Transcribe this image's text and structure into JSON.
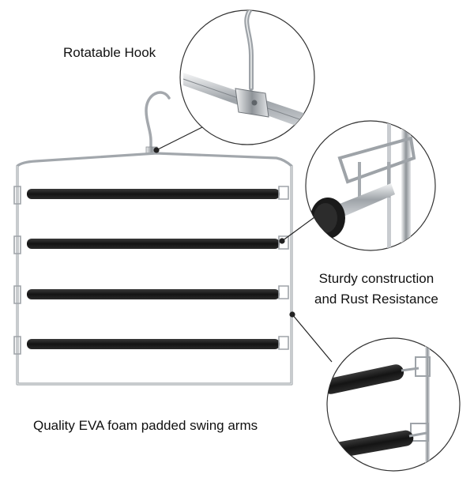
{
  "labels": {
    "rotatable_hook": "Rotatable Hook",
    "sturdy_line1": "Sturdy construction",
    "sturdy_line2": "and Rust Resistance",
    "foam_arms": "Quality EVA foam padded swing arms"
  },
  "colors": {
    "background": "#ffffff",
    "chrome": "#9ea3a8",
    "chrome_light": "#e4e7ea",
    "foam": "#1c1c1c",
    "text": "#111111",
    "callout_line": "#222222"
  }
}
